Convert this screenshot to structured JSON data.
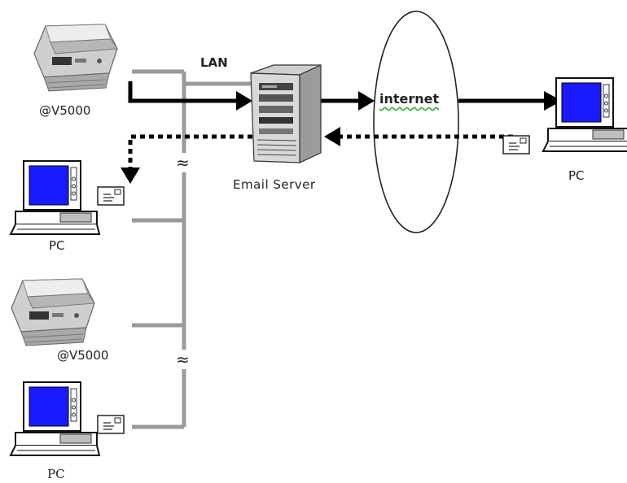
{
  "labels": {
    "lan": "LAN",
    "internet": "internet",
    "email_server": "Email Server",
    "scanner_top": "@V5000",
    "scanner_bottom": "@V5000",
    "pc_left_1": "PC",
    "pc_left_2": "PC",
    "pc_right": "PC",
    "break_mark": "≈"
  },
  "icons": {
    "scanner": "flatbed-scanner-icon",
    "pc": "desktop-computer-icon",
    "server": "tower-server-icon",
    "envelope": "envelope-icon"
  },
  "colors": {
    "lan_line": "#9a9a9a",
    "arrow": "#000000",
    "screen": "#1a1aff",
    "background": "#ffffff"
  }
}
